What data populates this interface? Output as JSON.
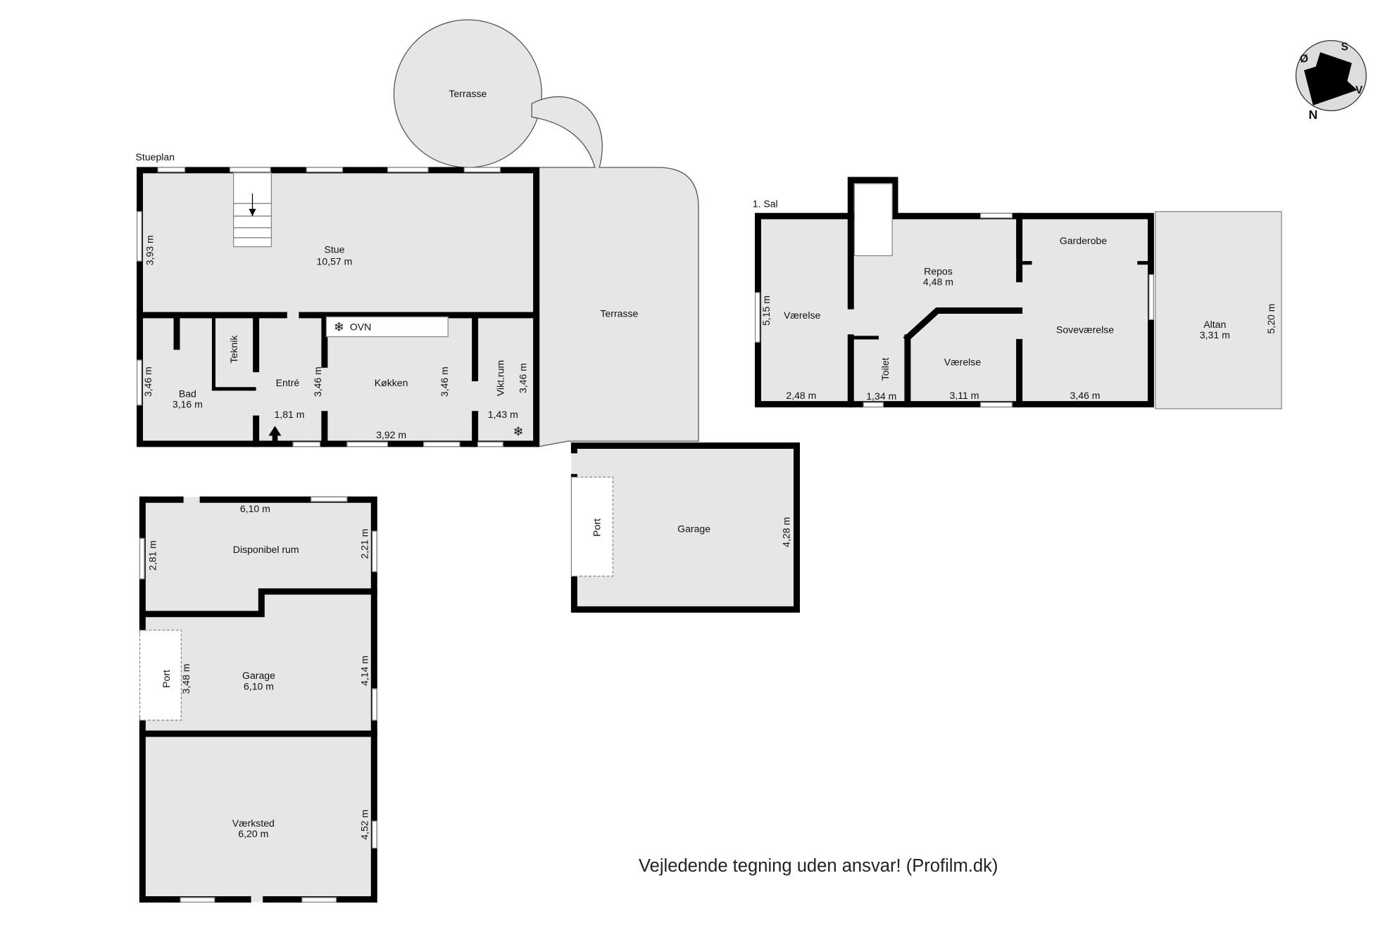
{
  "floors": {
    "ground": {
      "title": "Stueplan",
      "rooms": {
        "stue": {
          "name": "Stue",
          "size": "10,57 m",
          "side": "3,93 m"
        },
        "bad": {
          "name": "Bad",
          "size": "3,16 m",
          "side": "3,46 m"
        },
        "teknik": {
          "name": "Teknik"
        },
        "entre": {
          "name": "Entré",
          "size": "1,81 m",
          "side": "3,46 m"
        },
        "kokken": {
          "name": "Køkken",
          "size": "3,92 m",
          "side": "3,46 m",
          "oven": "OVN"
        },
        "vikt": {
          "name": "Vikt.rum",
          "size": "1,43 m",
          "side": "3,46 m"
        },
        "terrasse_round": {
          "name": "Terrasse"
        },
        "terrasse": {
          "name": "Terrasse"
        },
        "garage": {
          "name": "Garage",
          "side": "4,28 m",
          "port": "Port"
        }
      }
    },
    "first": {
      "title": "1. Sal",
      "rooms": {
        "vaerelse1": {
          "name": "Værelse",
          "size": "2,48 m",
          "side": "5,15 m"
        },
        "repos": {
          "name": "Repos",
          "size": "4,48 m"
        },
        "toilet": {
          "name": "Toilet",
          "size": "1,34 m"
        },
        "vaerelse2": {
          "name": "Værelse",
          "size": "3,11 m"
        },
        "garderobe": {
          "name": "Garderobe"
        },
        "sovevaerelse": {
          "name": "Soveværelse",
          "size": "3,46 m"
        },
        "altan": {
          "name": "Altan",
          "size": "3,31 m",
          "side": "5,20 m"
        }
      }
    },
    "outbuilding": {
      "rooms": {
        "disponibel": {
          "name": "Disponibel rum",
          "size": "6,10 m",
          "side_left": "2,81 m",
          "side_right": "2,21 m"
        },
        "garage": {
          "name": "Garage",
          "size": "6,10 m",
          "side_left": "3,48 m",
          "side_right": "4,14 m",
          "port": "Port"
        },
        "vaerksted": {
          "name": "Værksted",
          "size": "6,20 m",
          "side": "4,52 m"
        }
      }
    }
  },
  "compass": {
    "n": "N",
    "s": "S",
    "o": "Ø",
    "v": "V"
  },
  "disclaimer": "Vejledende tegning uden ansvar! (Profilm.dk)"
}
